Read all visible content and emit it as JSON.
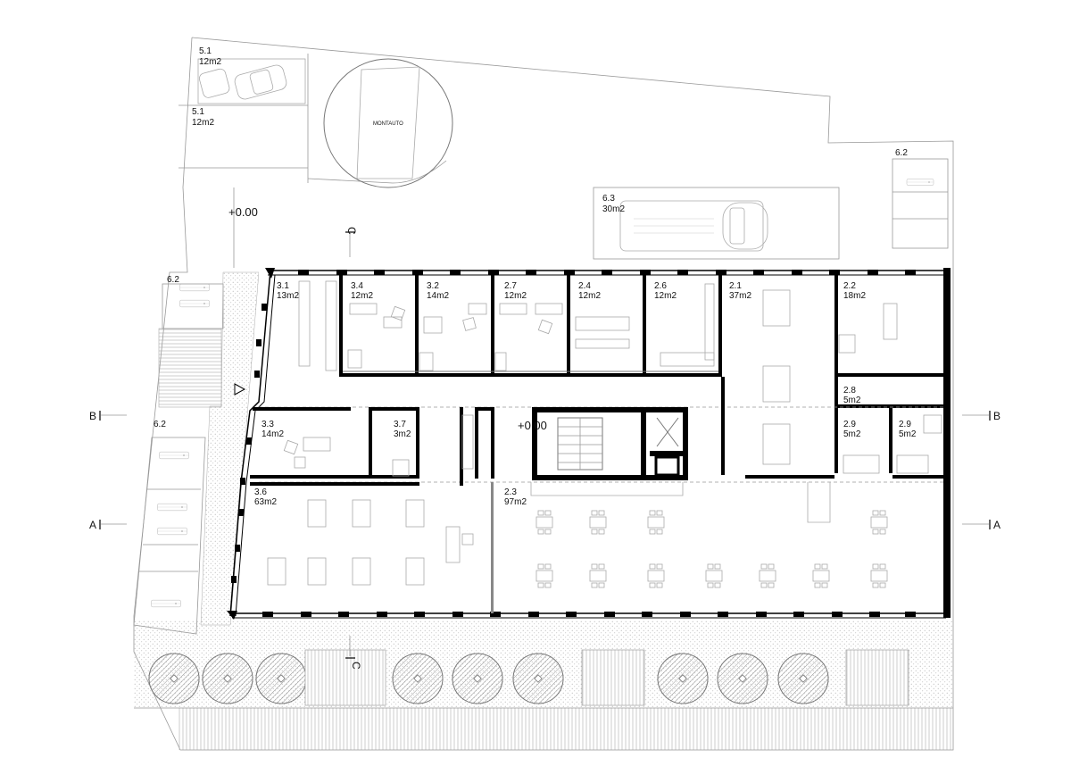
{
  "rooms": {
    "r51a": {
      "code": "5.1",
      "area": "12m2"
    },
    "r51b": {
      "code": "5.1",
      "area": "12m2"
    },
    "r62a": {
      "code": "6.2"
    },
    "r62b": {
      "code": "6.2"
    },
    "r62c": {
      "code": "6.2"
    },
    "r63": {
      "code": "6.3",
      "area": "30m2"
    },
    "r31": {
      "code": "3.1",
      "area": "13m2"
    },
    "r34": {
      "code": "3.4",
      "area": "12m2"
    },
    "r32": {
      "code": "3.2",
      "area": "14m2"
    },
    "r27": {
      "code": "2.7",
      "area": "12m2"
    },
    "r24": {
      "code": "2.4",
      "area": "12m2"
    },
    "r26": {
      "code": "2.6",
      "area": "12m2"
    },
    "r21": {
      "code": "2.1",
      "area": "37m2"
    },
    "r22": {
      "code": "2.2",
      "area": "18m2"
    },
    "r28": {
      "code": "2.8",
      "area": "5m2"
    },
    "r29a": {
      "code": "2.9",
      "area": "5m2"
    },
    "r29b": {
      "code": "2.9",
      "area": "5m2"
    },
    "r33": {
      "code": "3.3",
      "area": "14m2"
    },
    "r37": {
      "code": "3.7",
      "area": "3m2"
    },
    "r36": {
      "code": "3.6",
      "area": "63m2"
    },
    "r23": {
      "code": "2.3",
      "area": "97m2"
    }
  },
  "labels": {
    "montauto": "MONTAUTO",
    "level_outside": "+0.00",
    "level_inside": "+0.00"
  },
  "sections": {
    "b_left": "B",
    "b_right": "B",
    "a_left": "A",
    "a_right": "A",
    "c_top": "C",
    "c_bottom": "C"
  }
}
